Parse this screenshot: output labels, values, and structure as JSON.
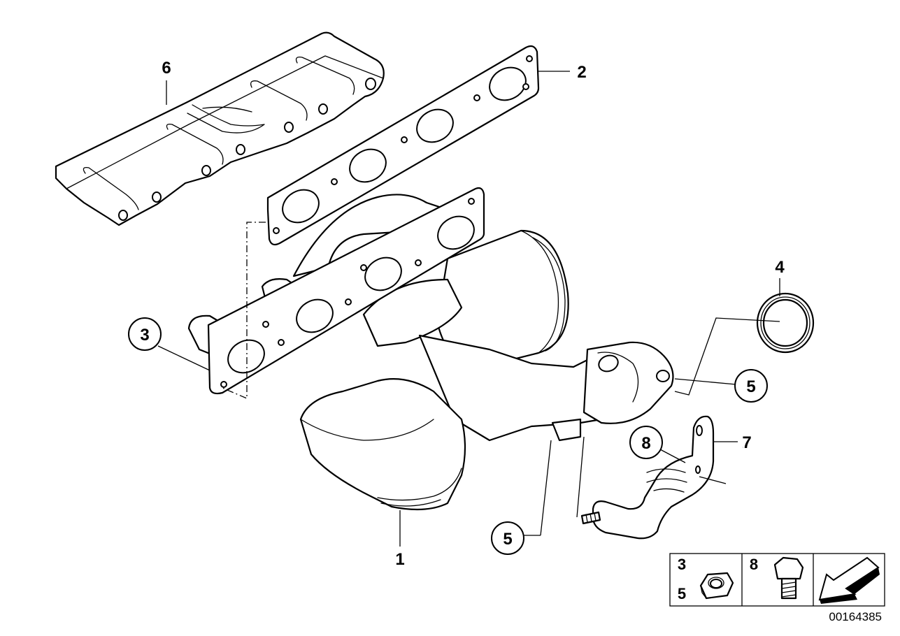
{
  "diagram": {
    "callouts": {
      "p1": "1",
      "p2": "2",
      "p3": "3",
      "p4": "4",
      "p5a": "5",
      "p5b": "5",
      "p6": "6",
      "p7": "7",
      "p8": "8"
    },
    "legend": {
      "nut_top": "3",
      "nut_bottom": "5",
      "bolt": "8"
    },
    "doc_number": "00164385"
  }
}
